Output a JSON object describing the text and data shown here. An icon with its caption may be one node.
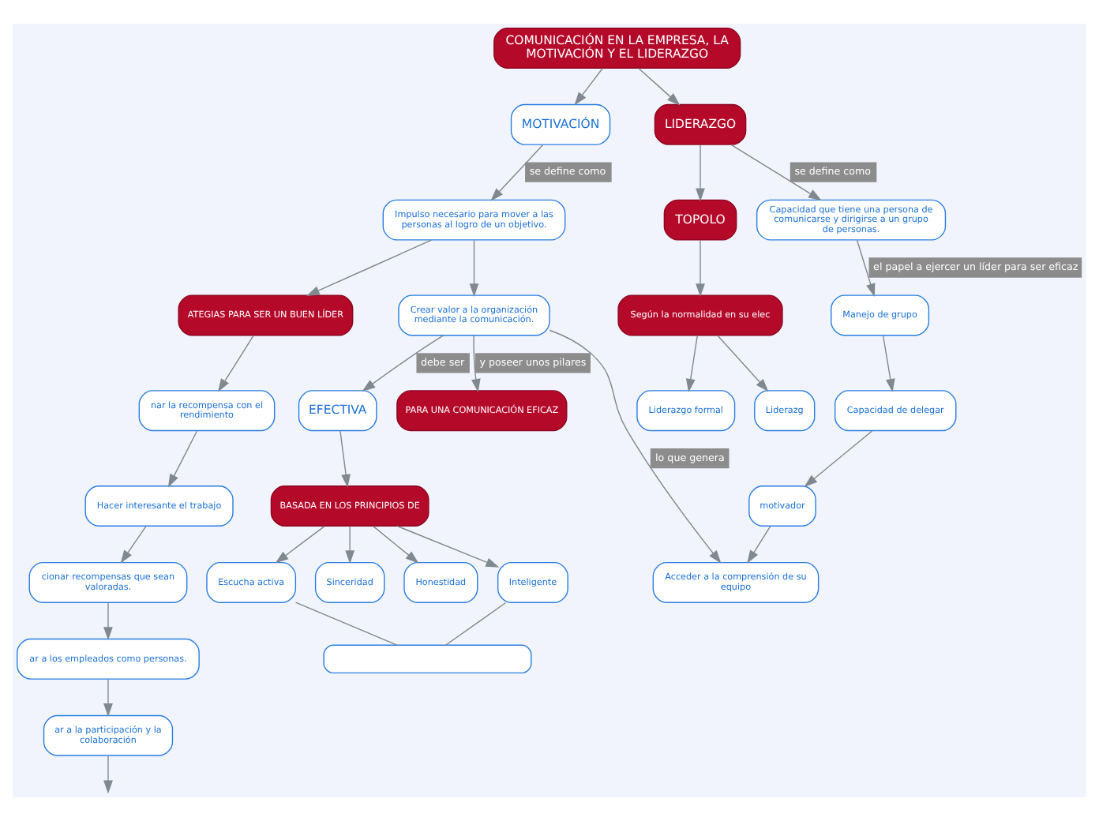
{
  "diagram": {
    "nodes": [
      {
        "text": [
          "COMUNICACIÓN EN LA EMPRESA, LA MOTIVACIÓN Y EL LIDERAZGO"
        ]
      },
      {
        "text": [
          "MOTIVACIÓN"
        ]
      },
      {
        "text": [
          "LIDERAZGO"
        ]
      },
      {
        "text": [
          "TOPOLO"
        ]
      },
      {
        "text": [
          "Impulso necesario para mover a las personas al logro de un objetivo."
        ]
      },
      {
        "text": [
          "ATEGIAS PARA SER UN BUEN LÍDER"
        ]
      },
      {
        "text": [
          "nar la recompensa con el rendimiento"
        ]
      },
      {
        "text": [
          "Hacer interesante el trabajo"
        ]
      },
      {
        "text": [
          "cionar recompensas que sean valoradas."
        ]
      },
      {
        "text": [
          "ar a los empleados como personas."
        ]
      },
      {
        "text": [
          "ar a la participación y la colaboración"
        ]
      },
      {
        "text": [
          "Crear valor a la organización mediante la comunicación."
        ]
      },
      {
        "text": [
          "EFECTIVA"
        ]
      },
      {
        "text": [
          "BASADA EN LOS PRINCIPIOS DE"
        ]
      },
      {
        "text": [
          "Escucha activa"
        ]
      },
      {
        "text": [
          "Sinceridad"
        ]
      },
      {
        "text": [
          "Honestidad"
        ]
      },
      {
        "text": [
          "Inteligente"
        ]
      },
      {
        "text": [],
        "shape": "box"
      },
      {
        "text": [
          "PARA UNA COMUNICACIÓN EFICAZ"
        ]
      },
      {
        "text": [
          "Capacidad que tiene una persona de comunicarse y dirigirse a un grupo de personas."
        ]
      },
      {
        "text": [
          "Manejo de grupo"
        ]
      },
      {
        "text": [
          "Capacidad de delegar"
        ]
      },
      {
        "text": [
          "motivador"
        ]
      },
      {
        "text": [
          "Acceder a la comprensión de su equipo"
        ]
      },
      {
        "text": [
          "Según la normalidad en su elec"
        ]
      },
      {
        "text": [
          "Liderazgo formal"
        ]
      },
      {
        "text": [
          "Liderazg"
        ]
      }
    ],
    "edges": [
      {
        "from": 0,
        "to": 1,
        "arrow": "to"
      },
      {
        "from": 0,
        "to": 2,
        "arrow": "to"
      },
      {
        "from": 2,
        "to": 3,
        "arrow": "to"
      },
      {
        "from": 1,
        "to": 4,
        "arrow": "to",
        "label": "se define como"
      },
      {
        "from": 4,
        "to": 5,
        "arrow": "to"
      },
      {
        "from": 5,
        "to": 6,
        "arrow": "to"
      },
      {
        "from": 6,
        "to": 7,
        "arrow": "to"
      },
      {
        "from": 7,
        "to": 8,
        "arrow": "to"
      },
      {
        "from": 8,
        "to": 9,
        "arrow": "to"
      },
      {
        "from": 9,
        "to": 10,
        "arrow": "to"
      },
      {
        "from": 10,
        "to": null,
        "arrow": "to"
      },
      {
        "from": 4,
        "to": 11,
        "arrow": "to"
      },
      {
        "from": 11,
        "to": 12,
        "arrow": "to",
        "label": "debe ser"
      },
      {
        "from": 11,
        "to": 19,
        "arrow": "to",
        "label": "y poseer unos pilares"
      },
      {
        "from": 11,
        "to": 24,
        "arrow": "to",
        "label": "lo que genera"
      },
      {
        "from": 12,
        "to": 13,
        "arrow": "to"
      },
      {
        "from": 13,
        "to": 14,
        "arrow": "to"
      },
      {
        "from": 13,
        "to": 15,
        "arrow": "to"
      },
      {
        "from": 13,
        "to": 16,
        "arrow": "to"
      },
      {
        "from": 13,
        "to": 17,
        "arrow": "to"
      },
      {
        "from": 14,
        "to": 18,
        "arrow": "none"
      },
      {
        "from": 17,
        "to": 18,
        "arrow": "none"
      },
      {
        "from": 2,
        "to": 20,
        "arrow": "to",
        "label": "se define como"
      },
      {
        "from": 20,
        "to": 21,
        "arrow": "to",
        "label": "el papel a ejercer un líder para ser eficaz"
      },
      {
        "from": 21,
        "to": 22,
        "arrow": "to"
      },
      {
        "from": 22,
        "to": 23,
        "arrow": "to"
      },
      {
        "from": 23,
        "to": 24,
        "arrow": "to"
      },
      {
        "from": 3,
        "to": 25,
        "arrow": "to"
      },
      {
        "from": 25,
        "to": 26,
        "arrow": "to"
      },
      {
        "from": 25,
        "to": 27,
        "arrow": "to"
      }
    ]
  }
}
